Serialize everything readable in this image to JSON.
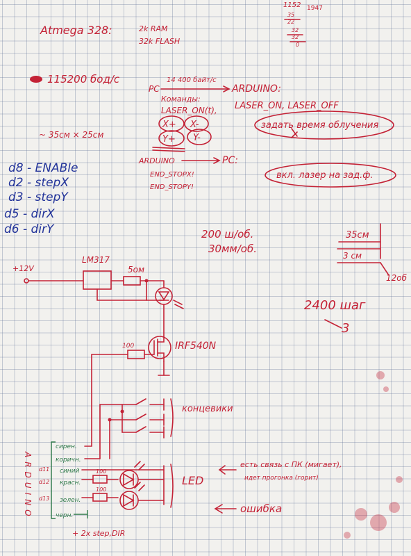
{
  "header": {
    "mcu": "Atmega 328:",
    "ram": "2k RAM",
    "flash": "32k FLASH",
    "calc": [
      "1152",
      "35",
      "22",
      "32",
      "32",
      "0"
    ]
  },
  "baud": {
    "rate": "115200 бод/с",
    "bytes_rate": "14 400 байт/с"
  },
  "protocol": {
    "pc": "PC",
    "arduino_caps": "ARDUINO:",
    "commands_label": "Команды:",
    "laser_on_t": "LASER_ON(t),",
    "laser_on_off": "LASER_ON, LASER_OFF",
    "x_plus": "X+",
    "x_minus": "X-",
    "y_plus": "Y+",
    "y_minus": "Y-",
    "arduino_small": "ARDUINO",
    "pc2": "PC:",
    "end_stop_x": "END_STOPX!",
    "end_stop_y": "END_STOPY!",
    "set_exposure": "задать время облучения",
    "laser_on_step": "вкл. лазер на зад.ф."
  },
  "area": "~ 35см × 25см",
  "pins": [
    "d8 - ENABle",
    "d2 - stepX",
    "d3 - stepY",
    "d5 - dirX",
    "d6 - dirY"
  ],
  "mechanics": {
    "steps_per_rev": "200 ш/об.",
    "mm_per_rev": "30мм/об.",
    "len_35": "35см",
    "len_3": "3 см",
    "times_12": "12об",
    "steps_total": "2400 шаг",
    "divider": "3"
  },
  "circuit": {
    "v_in": "+12V",
    "regulator": "LM317",
    "r_5ohm": "5ом",
    "r_100_gate": "100",
    "mosfet": "IRF540N",
    "limit_switches": "концевики",
    "arduino_vertical": "ARDUINO",
    "wire_labels": [
      "сирен.",
      "коричн.",
      "синий",
      "красн.",
      "зелен.",
      "черн."
    ],
    "pin_d11": "d11",
    "pin_d12": "d12",
    "pin_d13": "d13",
    "r_led1": "100",
    "r_led2": "100",
    "led_label": "LED",
    "note_connection": "есть связь с ПК (мигает),",
    "note_sending": "идет прогонка (горит)",
    "note_error": "ошибка",
    "footer": "+ 2x step,DIR"
  }
}
